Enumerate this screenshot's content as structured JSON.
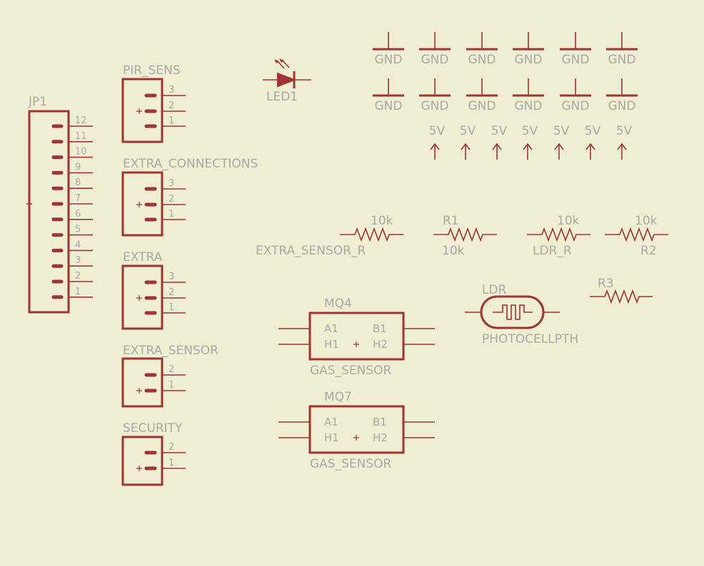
{
  "jp1": {
    "name": "JP1",
    "pins": [
      "12",
      "11",
      "10",
      "9",
      "8",
      "7",
      "6",
      "5",
      "4",
      "3",
      "2",
      "1"
    ]
  },
  "connectors": [
    {
      "name": "PIR_SENS",
      "pins": [
        "3",
        "2",
        "1"
      ]
    },
    {
      "name": "EXTRA_CONNECTIONS",
      "pins": [
        "3",
        "2",
        "1"
      ]
    },
    {
      "name": "EXTRA",
      "pins": [
        "3",
        "2",
        "1"
      ]
    },
    {
      "name": "EXTRA_SENSOR",
      "pins": [
        "2",
        "1"
      ]
    },
    {
      "name": "SECURITY",
      "pins": [
        "2",
        "1"
      ]
    }
  ],
  "led": {
    "name": "LED1"
  },
  "gnd_label": "GND",
  "vcc_label": "5V",
  "resistors": [
    {
      "name": "EXTRA_SENSOR_R",
      "value": "10k"
    },
    {
      "name": "R1",
      "value": "10k"
    },
    {
      "name": "LDR_R",
      "value": "10k"
    },
    {
      "name": "R2",
      "value": "10k"
    },
    {
      "name": "R3"
    }
  ],
  "sensors": [
    {
      "name": "MQ4",
      "value": "GAS_SENSOR",
      "pins": {
        "a1": "A1",
        "h1": "H1",
        "b1": "B1",
        "h2": "H2"
      }
    },
    {
      "name": "MQ7",
      "value": "GAS_SENSOR",
      "pins": {
        "a1": "A1",
        "h1": "H1",
        "b1": "B1",
        "h2": "H2"
      }
    }
  ],
  "ldr": {
    "name": "LDR",
    "value": "PHOTOCELLPTH"
  },
  "colors": {
    "background": "#efeed3",
    "symbol": "#9e3434",
    "text": "#a8a8a8"
  }
}
